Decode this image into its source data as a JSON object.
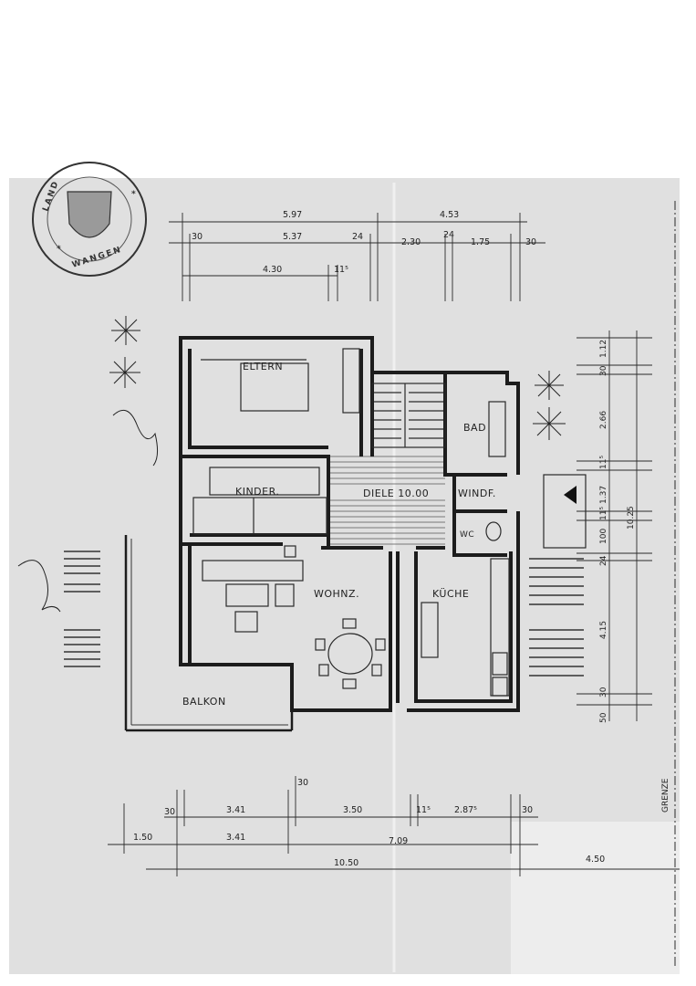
{
  "stamp": {
    "top_text": "LAND",
    "bottom_text": "WANGEN"
  },
  "rooms": {
    "eltern": "ELTERN",
    "kinder": "KINDER.",
    "diele": "DIELE 10.00",
    "bad": "BAD",
    "windf": "WINDF.",
    "wc": "WC",
    "wohnz": "WOHNZ.",
    "kuche": "KÜCHE",
    "balkon": "BALKON"
  },
  "dims_top": {
    "d597": "5.97",
    "d453": "4.53",
    "d30a": "30",
    "d537": "5.37",
    "d24a": "24",
    "d230": "2.30",
    "d24b": "24",
    "d175": "1.75",
    "d30b": "30",
    "d430": "4.30",
    "d115": "11⁵"
  },
  "dims_right": {
    "r112": "1.12",
    "r30": "30",
    "r266": "2.66",
    "r115a": "11⁵",
    "r137": "1.37",
    "r115b": "11⁵",
    "r100": "100",
    "r1025": "10.25",
    "r24": "24",
    "r415": "4.15",
    "r30b": "30",
    "r50": "50"
  },
  "dims_bottom": {
    "b30top": "30",
    "b30a": "30",
    "b341a": "3.41",
    "b350": "3.50",
    "b115": "11⁵",
    "b2875": "2.87⁵",
    "b30b": "30",
    "b150": "1.50",
    "b341b": "3.41",
    "b709": "7.09",
    "b1050": "10.50",
    "b450": "4.50"
  },
  "boundary": {
    "grenze": "GRENZE"
  }
}
